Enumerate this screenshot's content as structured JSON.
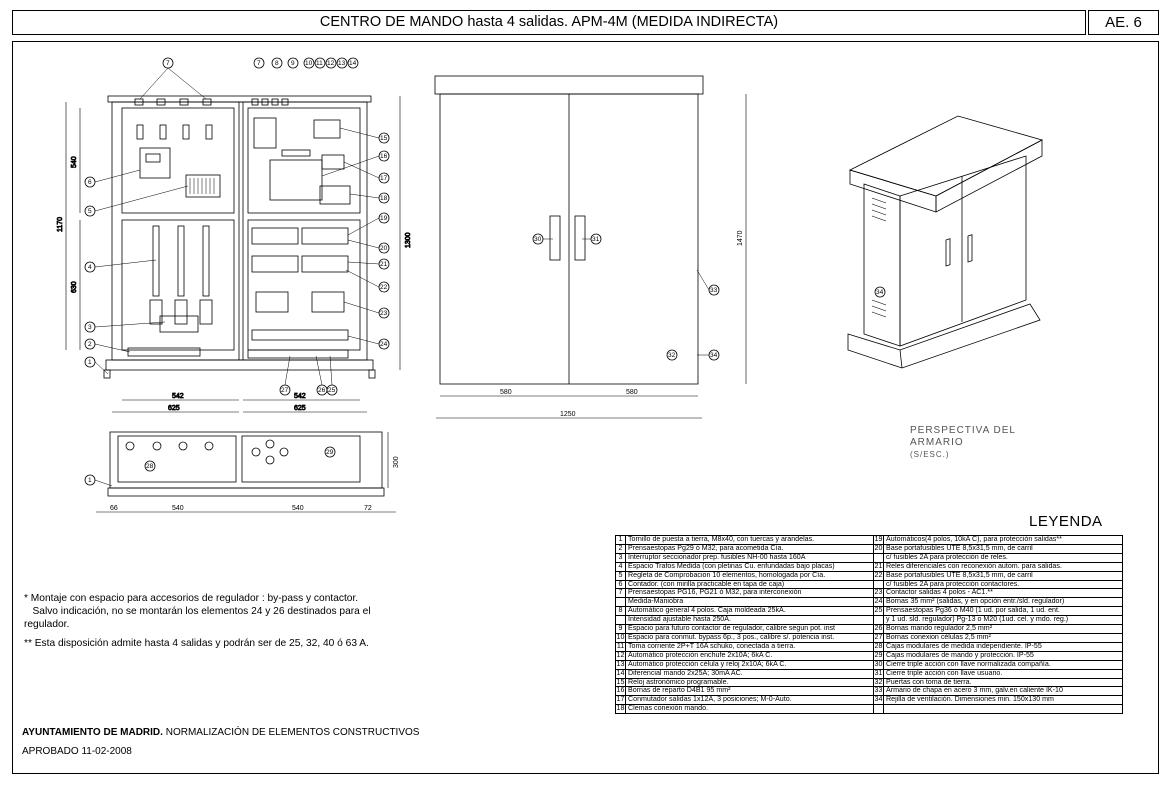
{
  "header": {
    "title": "CENTRO DE MANDO hasta 4 salidas. APM-4M (MEDIDA INDIRECTA)",
    "code": "AE. 6"
  },
  "front_view": {
    "top_callouts": [
      "7",
      "7",
      "8",
      "9",
      "10",
      "11",
      "12",
      "13",
      "14"
    ],
    "left_callouts": [
      "6",
      "5",
      "4",
      "3",
      "2",
      "1"
    ],
    "right_callouts": [
      "15",
      "16",
      "17",
      "18",
      "19",
      "20",
      "21",
      "22",
      "23",
      "24"
    ],
    "bottom_callouts": [
      "27",
      "26",
      "25"
    ],
    "dims": {
      "h540": "540",
      "h1170": "1170",
      "h630": "630",
      "h1300": "1300",
      "w542a": "542",
      "w542b": "542",
      "w625a": "625",
      "w625b": "625"
    }
  },
  "plan_view": {
    "callouts": [
      "1",
      "28",
      "29"
    ],
    "dims": {
      "w66": "66",
      "w540a": "540",
      "w540b": "540",
      "w72": "72",
      "h300": "300"
    }
  },
  "door_view": {
    "callouts": [
      "30",
      "31",
      "33",
      "32",
      "34"
    ],
    "dims": {
      "w580a": "580",
      "w580b": "580",
      "w1250": "1250",
      "h1470": "1470"
    }
  },
  "perspective": {
    "callout": "34",
    "label_line1": "PERSPECTIVA DEL",
    "label_line2": "ARMARIO",
    "label_line3": "(S/ESC.)"
  },
  "notes": {
    "note1_line1": "*  Montaje con espacio para accesorios de regulador : by-pass y contactor.",
    "note1_line2": "   Salvo indicación, no se montarán los elementos 24 y 26 destinados para el",
    "note1_line3": "regulador.",
    "note2": "** Esta disposición admite hasta 4 salidas y podrán ser de 25, 32, 40 ó 63 A."
  },
  "footer": {
    "org_bold": "AYUNTAMIENTO DE MADRID.",
    "org_rest": " NORMALIZACIÓN DE ELEMENTOS CONSTRUCTIVOS",
    "approved": "APROBADO 11-02-2008"
  },
  "legend": {
    "title": "LEYENDA",
    "rows": [
      [
        "1",
        "Tornillo de puesta a tierra, M8x40, con tuercas y arandelas.",
        "19",
        "Automáticos(4 polos, 10kA C), para protección salidas**"
      ],
      [
        "2",
        "Prensaestopas Pg29 ó M32, para acometida Cía.",
        "20",
        "Base portafusibles UTE 8,5x31,5 mm, de carril"
      ],
      [
        "3",
        "Interruptor seccionador prep. fusibles NH-00 hasta 160A",
        "",
        "c/ fusibles 2A para protección de reles."
      ],
      [
        "4",
        "Espacio Trafos Medida (con pletinas Cu. enfundadas bajo placas)",
        "21",
        "Reles diferenciales con reconexión autom. para salidas."
      ],
      [
        "5",
        "Regleta de Comprobacion 10 elementos, homologada por Cía.",
        "22",
        "Base portafusibles UTE 8,5x31,5 mm, de carril"
      ],
      [
        "6",
        "Contador. (con mirilla practicable en tapa de caja)",
        "",
        "c/ fusibles 2A para protección contactores."
      ],
      [
        "7",
        "Prensaestopas PG16, PG21 ó M32, para interconexión",
        "23",
        "Contactor salidas 4 polos - AC1.**"
      ],
      [
        "",
        "Medida-Maniobra",
        "24",
        "Bornas 35 mm² (salidas, y en opción entr./sld. regulador)"
      ],
      [
        "8",
        "Automático general 4 polos. Caja moldeada 25kA.",
        "25",
        "Prensaestopas Pg36 ó M40 (1 ud. por salida, 1 ud. ent."
      ],
      [
        "",
        "Intensidad ajustable hasta 250A.",
        "",
        "y 1 ud. sld. regulador) Pg-13 o M20 (1ud. cel. y mdo. reg.)"
      ],
      [
        "9",
        "Espacio para futuro contactor de regulador, calibre segun pot. inst",
        "26",
        "Bornas mando regulador 2,5 mm²"
      ],
      [
        "10",
        "Espacio para conmut. bypass 6p., 3 pos., calibre s/. potencia inst.",
        "27",
        "Bornas conexion células 2,5 mm²"
      ],
      [
        "11",
        "Toma corriente 2P+T 16A schuko, conectada a tierra.",
        "28",
        "Cajas modulares de medida independiente. IP-55"
      ],
      [
        "12",
        "Automático protección enchufe 2x10A; 6kA C.",
        "29",
        "Cajas modulares de mando y protección. IP-55"
      ],
      [
        "13",
        "Automático protección célula y reloj 2x10A; 6kA C.",
        "30",
        "Cierre triple acción con llave normalizada compañía."
      ],
      [
        "14",
        "Diferencial mando 2x25A; 30mA AC.",
        "31",
        "Cierre triple acción con llave usuario."
      ],
      [
        "15",
        "Reloj astronómico programable.",
        "32",
        "Puertas con toma de tierra."
      ],
      [
        "16",
        "Bornas de reparto D4B1 95 mm²",
        "33",
        "Armario de chapa en acero 3 mm, galv.en caliente IK-10"
      ],
      [
        "17",
        "Conmutador salidas 1x12A, 3 posiciones; M-0-Auto.",
        "34",
        "Rejilla de ventilación. Dimensiones min. 150x130 mm"
      ],
      [
        "18",
        "Clemas conexión mando.",
        "",
        ""
      ]
    ]
  }
}
